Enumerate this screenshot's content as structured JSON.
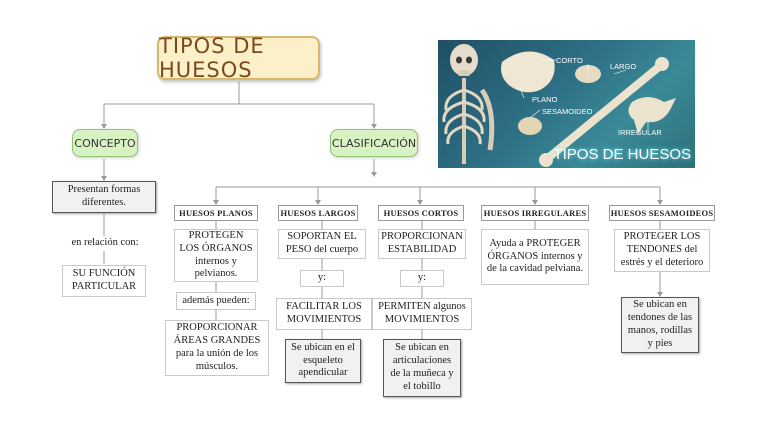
{
  "title": "TIPOS DE HUESOS",
  "concept": {
    "label": "CONCEPTO",
    "definition": "Presentan formas diferentes.",
    "relation": "en relación con:",
    "function": "SU FUNCIÓN PARTICULAR"
  },
  "classification": {
    "label": "CLASIFICACIÓN",
    "flat": {
      "header": "HUESOS PLANOS",
      "role": "PROTEGEN LOS ÓRGANOS internos y pelvianos.",
      "connector": "además pueden:",
      "extra": "PROPORCIONAR ÁREAS GRANDES para la unión de los músculos."
    },
    "long": {
      "header": "HUESOS LARGOS",
      "role": "SOPORTAN EL PESO del cuerpo",
      "connector": "y:",
      "extra": "FACILITAR LOS MOVIMIENTOS",
      "location": "Se ubican en el esqueleto apendicular"
    },
    "short": {
      "header": "HUESOS CORTOS",
      "role": "PROPORCIONAN ESTABILIDAD",
      "connector": "y:",
      "extra": "PERMITEN algunos MOVIMIENTOS",
      "location": "Se ubican en articulaciones de la muñeca y el tobillo"
    },
    "irregular": {
      "header": "HUESOS IRREGULARES",
      "role": "Ayuda a PROTEGER ÓRGANOS internos y de la cavidad pelviana."
    },
    "sesamoid": {
      "header": "HUESOS SESAMOIDEOS",
      "role": "PROTEGER LOS TENDONES del estrés y el deterioro",
      "location": "Se ubican en tendones de las manos, rodillas y pies"
    }
  },
  "image": {
    "labels": {
      "corto": "CORTO",
      "largo": "LARGO",
      "plano": "PLANO",
      "sesamoideo": "SESAMOIDEO",
      "irregular": "IRREGULAR"
    },
    "caption": "TIPOS DE HUESOS"
  },
  "colors": {
    "title_fill": "#fbf0c8",
    "title_border": "#d9b86a",
    "pill_fill": "#d9f2c4",
    "pill_border": "#8fc474",
    "connector": "#9a9a9a"
  }
}
